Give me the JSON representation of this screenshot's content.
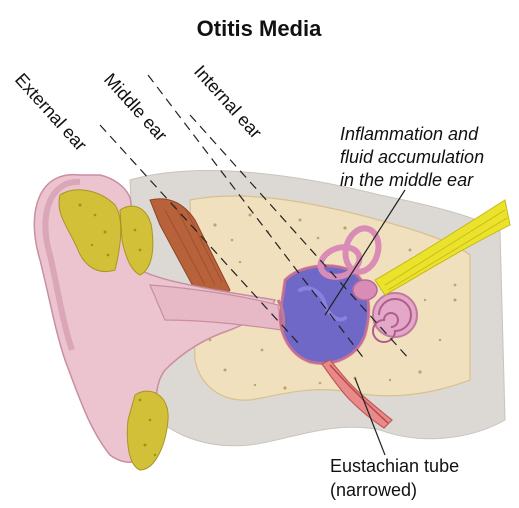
{
  "title": "Otitis Media",
  "region_labels": {
    "external": "External ear",
    "middle": "Middle ear",
    "internal": "Internal ear"
  },
  "callouts": {
    "inflammation": {
      "lines": [
        "Inflammation and",
        "fluid accumulation",
        "in the middle ear"
      ]
    },
    "eustachian": {
      "lines": [
        "Eustachian tube",
        "(narrowed)"
      ]
    }
  },
  "colors": {
    "skin": "#e9c3cf",
    "skin_dark": "#d49aac",
    "bone": "#f3e3c0",
    "bone_spots": "#b89a5e",
    "cartilage_yellow": "#d6c43a",
    "muscle": "#b5603a",
    "fluid": "#6b63c9",
    "cochlea": "#d88fb8",
    "nerve": "#e8e02a",
    "grey_bg": "#d9d6d2"
  }
}
